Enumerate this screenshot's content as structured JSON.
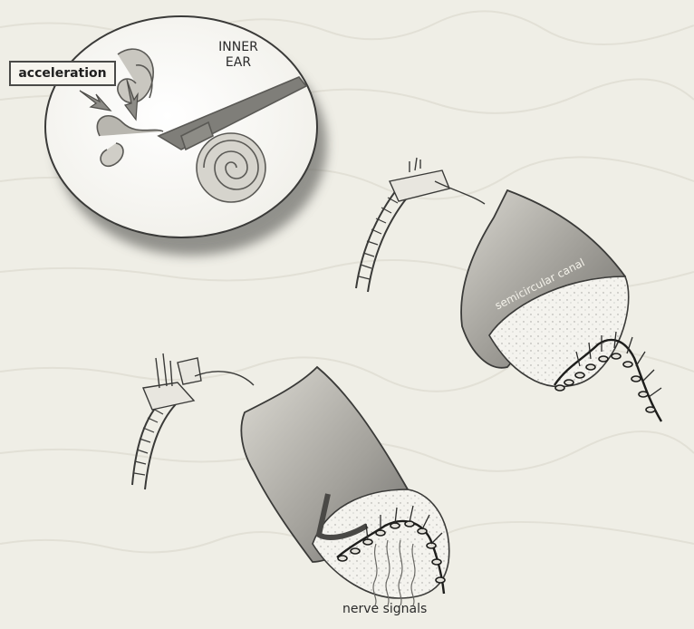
{
  "labels": {
    "acceleration": "acceleration",
    "inner_ear_line1": "INNER",
    "inner_ear_line2": "EAR",
    "semicircular_canal": "semicircular canal",
    "nerve_signals": "nerve signals"
  },
  "icons": {
    "arrows": "arrow-icon",
    "ear": "ear-icon"
  },
  "colors": {
    "paper": "#efeee6",
    "line": "#3a3a38",
    "shade": "#8e8c86",
    "dark_shade": "#5c5b57"
  }
}
